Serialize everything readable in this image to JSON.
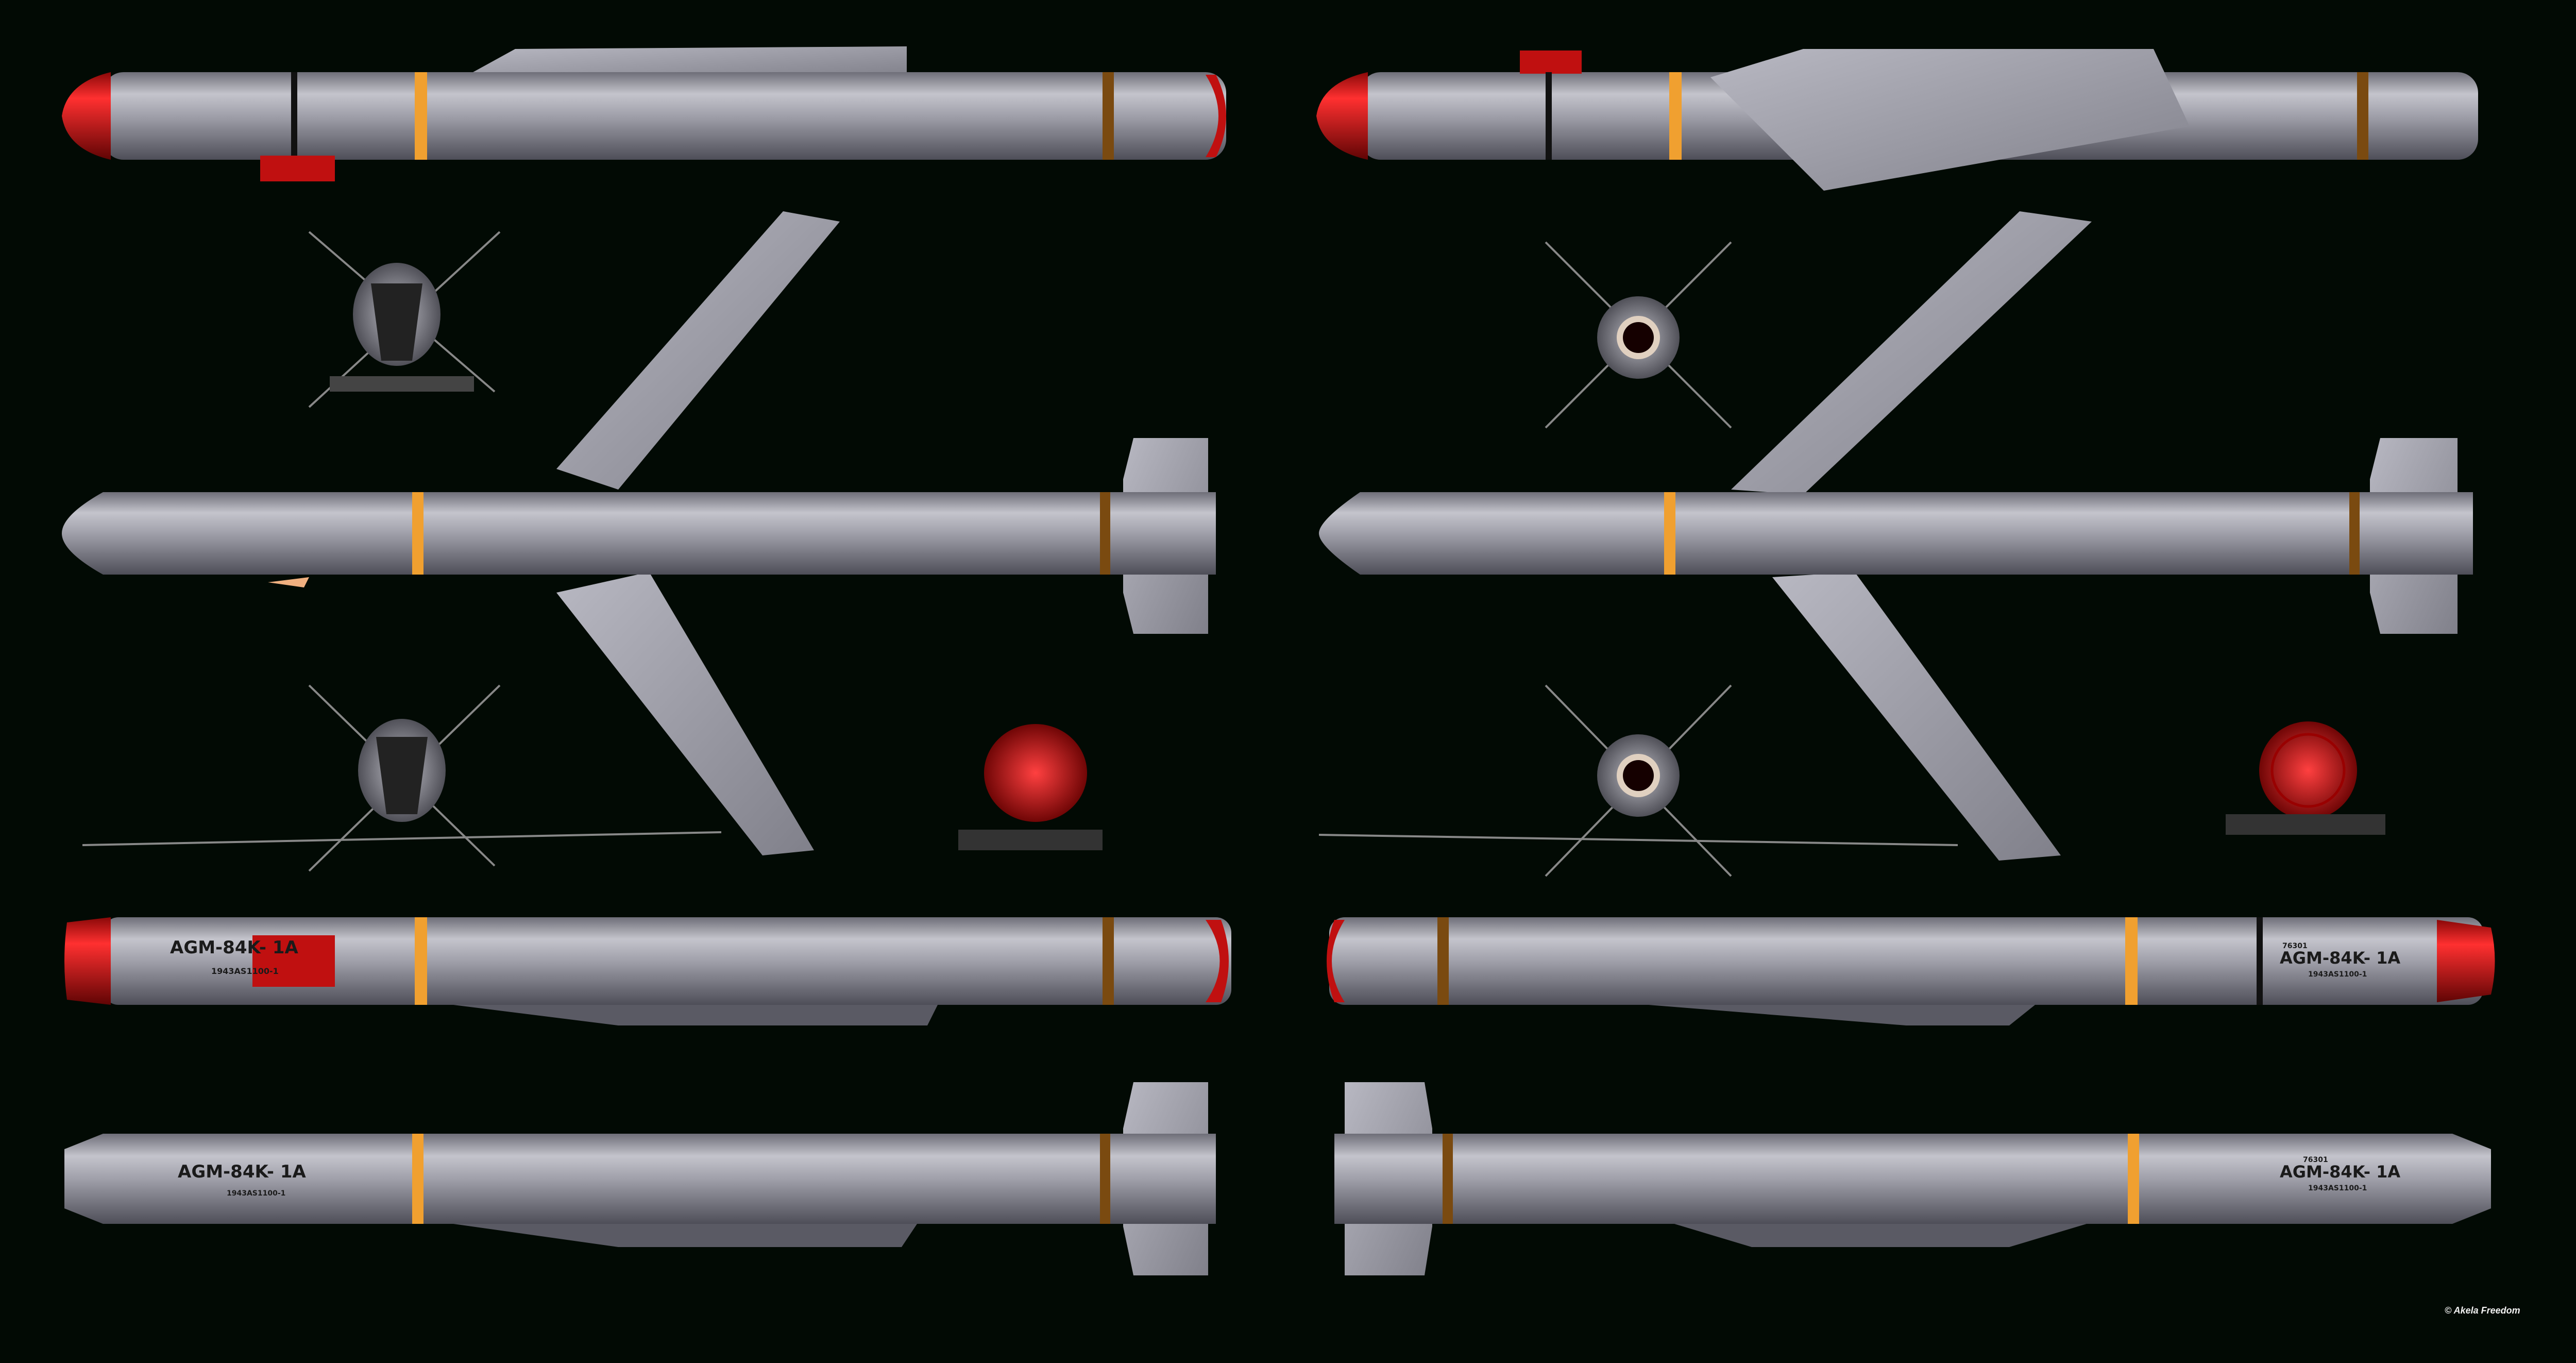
{
  "credit": "© Akela Freedom",
  "markings": {
    "designation": "AGM-84K- 1A",
    "number_top": "76301",
    "serial": "1943AS1100-1"
  },
  "colors": {
    "background": "#020a04",
    "body": "#9a9aa4",
    "nose": "#d01010",
    "band_orange": "#f0a030",
    "band_brown": "#7a4a10"
  }
}
